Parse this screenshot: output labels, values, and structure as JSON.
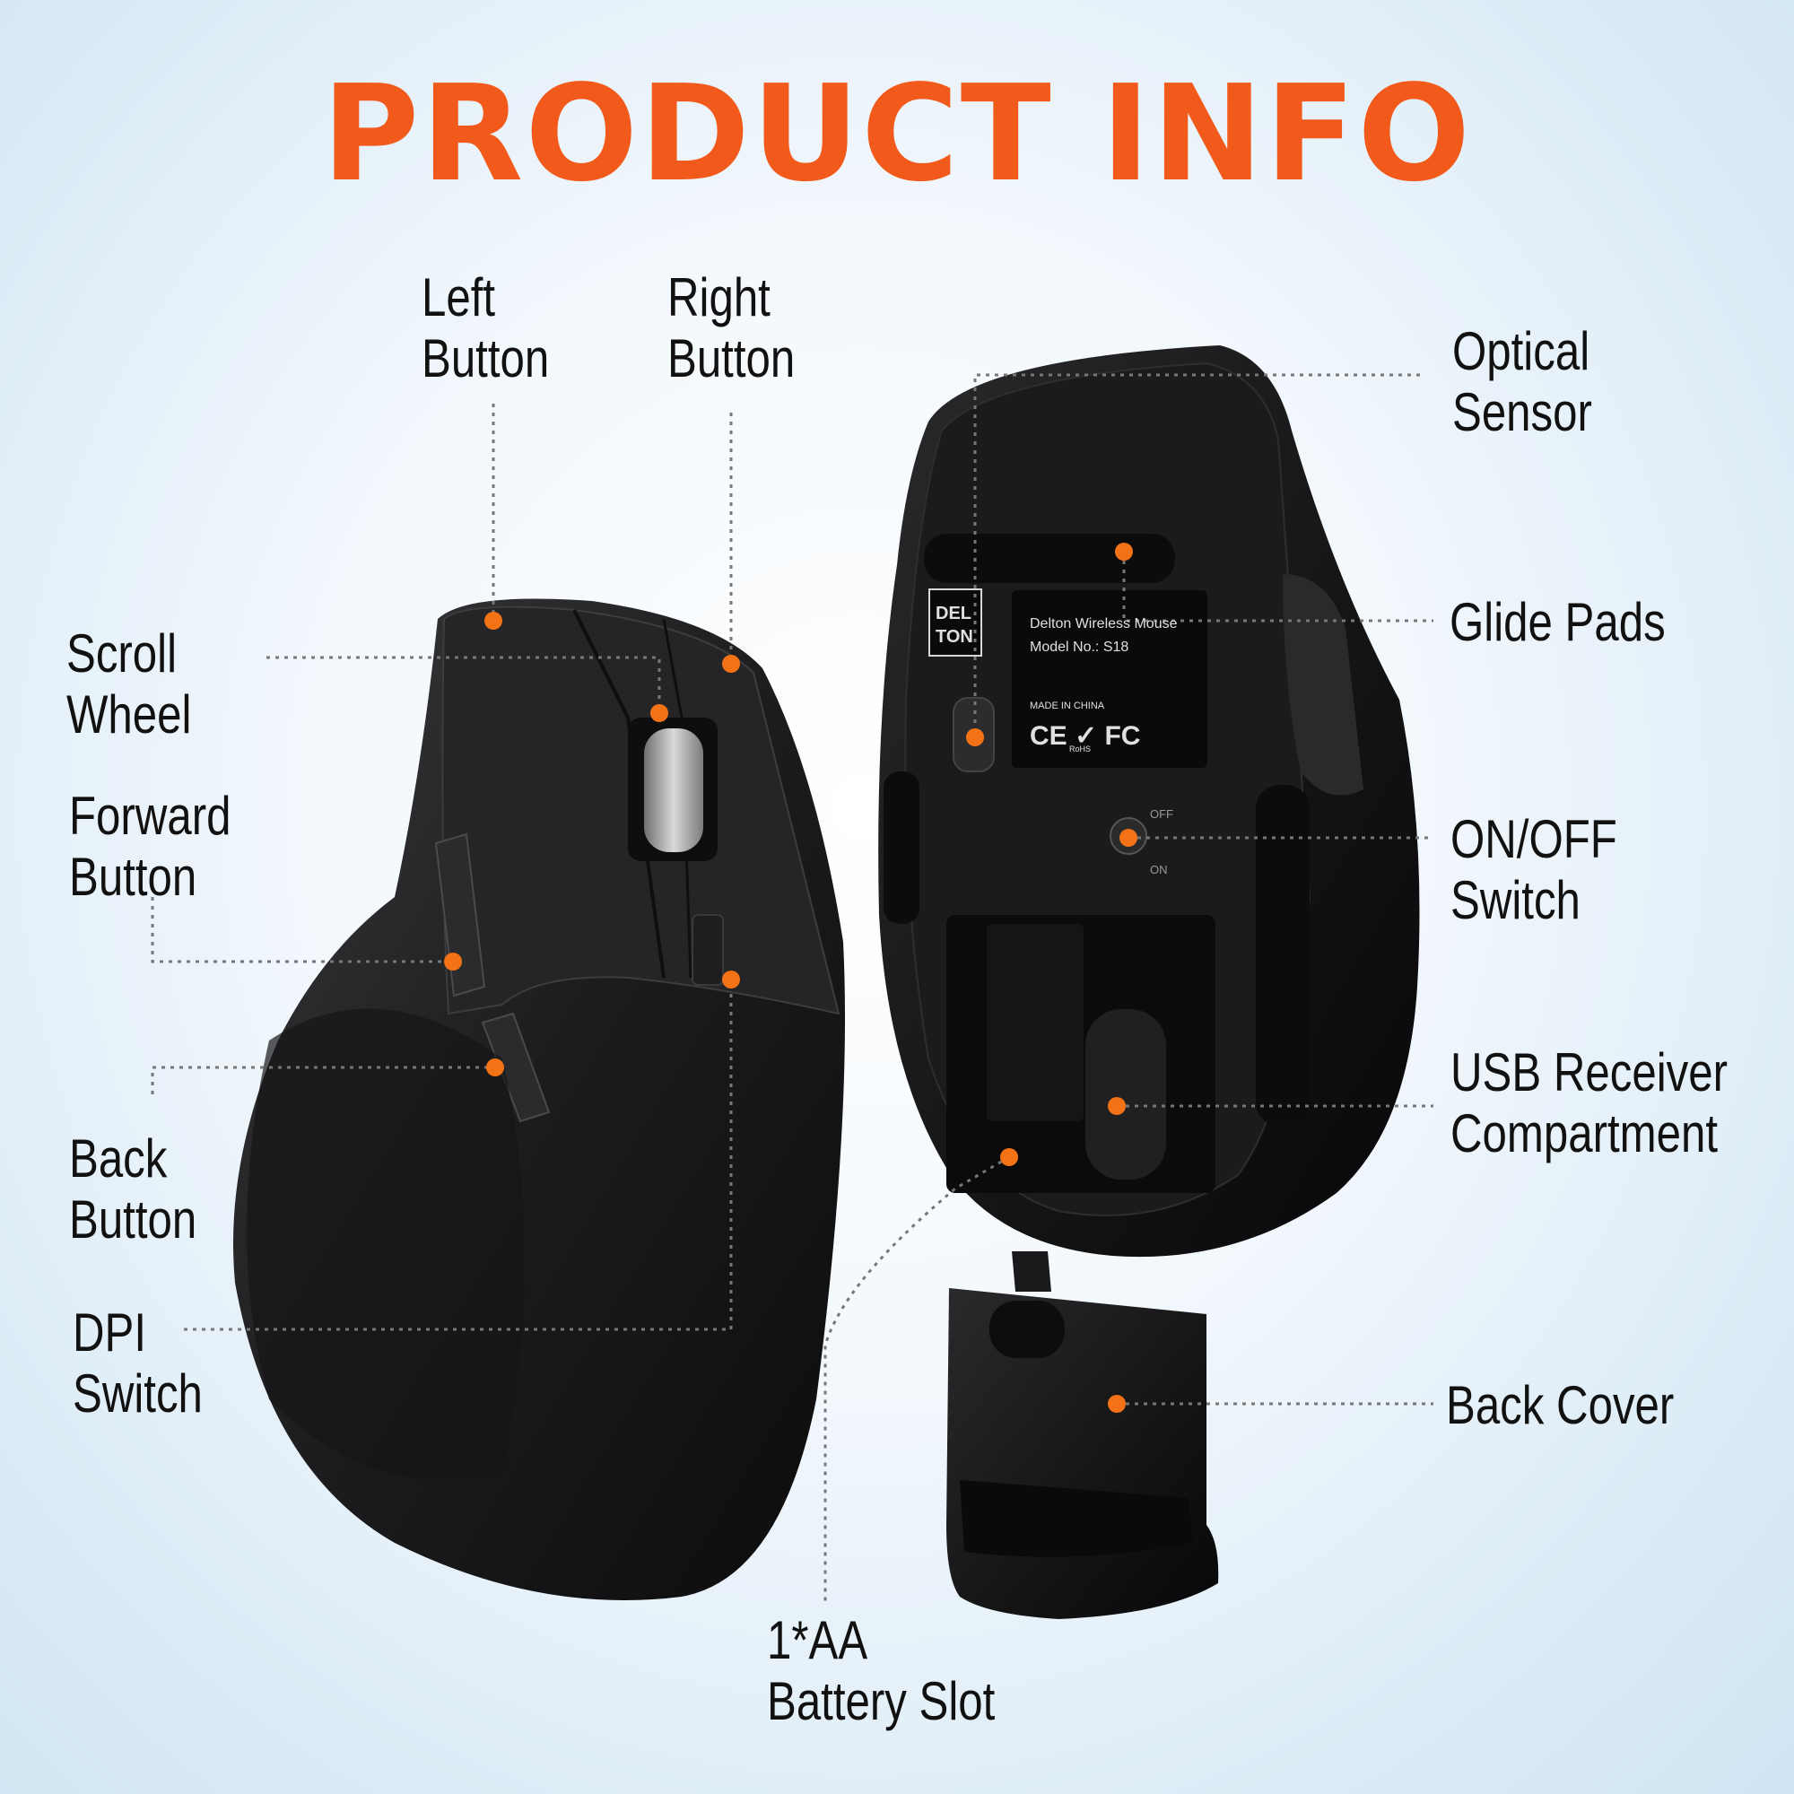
{
  "title": "PRODUCT INFO",
  "accent_color": "#f25a1c",
  "dot_color": "#f47216",
  "labels": {
    "left_button": "Left\nButton",
    "right_button": "Right\nButton",
    "scroll_wheel": "Scroll\nWheel",
    "forward_button": "Forward\nButton",
    "back_button": "Back\nButton",
    "dpi_switch": "DPI\nSwitch",
    "optical_sensor": "Optical\nSensor",
    "glide_pads": "Glide Pads",
    "on_off_switch": "ON/OFF\nSwitch",
    "usb_receiver": "USB Receiver\nCompartment",
    "back_cover": "Back Cover",
    "battery_slot": "1*AA\nBattery Slot"
  },
  "product_label": {
    "logo_line1": "DEL",
    "logo_line2": "TON",
    "brand_line": "Delton Wireless Mouse",
    "model_line": "Model No.: S18",
    "origin_line": "MADE IN CHINA",
    "cert_marks": "CE ✓ FC",
    "rohs": "RoHS",
    "switch_off": "OFF",
    "switch_on": "ON"
  }
}
